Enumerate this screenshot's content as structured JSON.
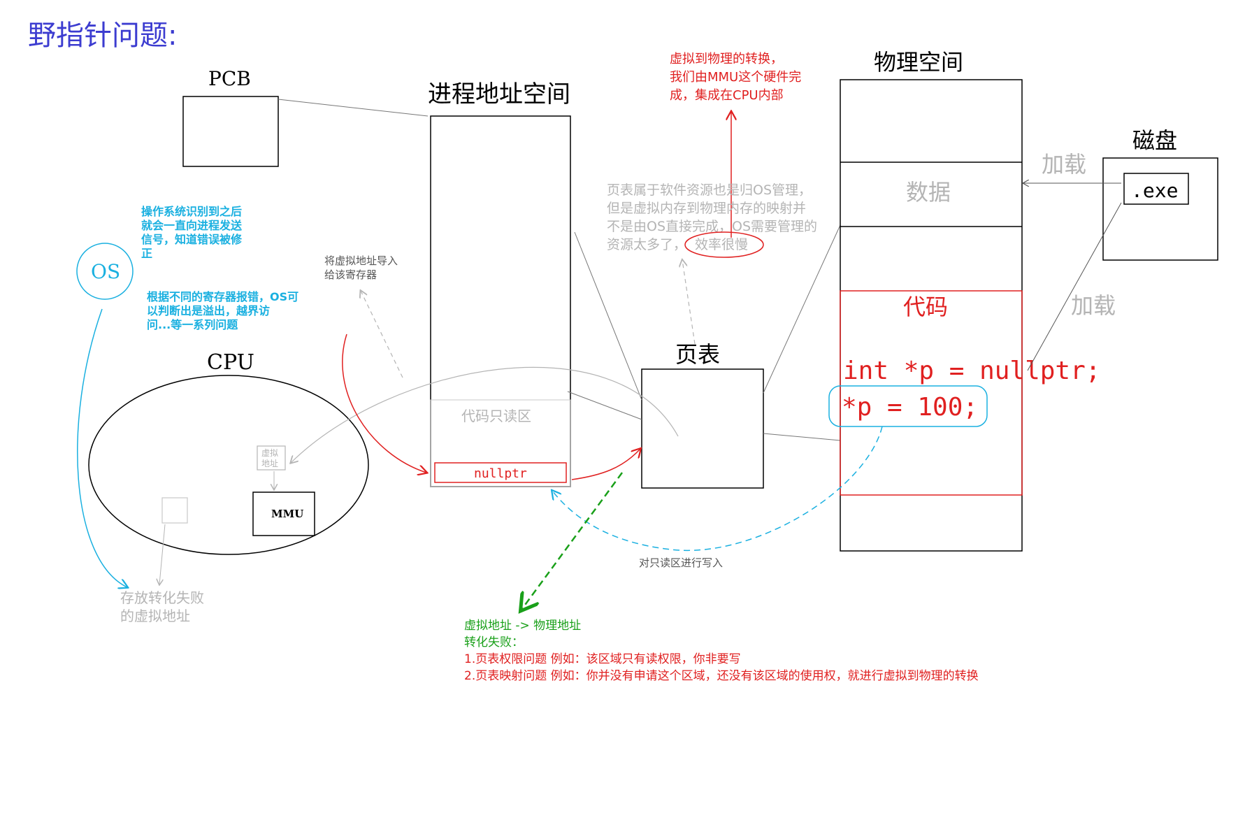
{
  "title": "野指针问题:",
  "labels": {
    "pcb": "PCB",
    "process_space": "进程地址空间",
    "physical_space": "物理空间",
    "disk": "磁盘",
    "exe": ".exe",
    "load1": "加载",
    "load2": "加载",
    "data": "数据",
    "code": "代码",
    "code_line1": "int *p = nullptr;",
    "code_line2": "*p = 100;",
    "page_table": "页表",
    "cpu": "CPU",
    "os": "OS",
    "mmu": "MMU",
    "vaddr_box": [
      "虚拟",
      "地址"
    ],
    "readonly_code": "代码只读区",
    "nullptr": "nullptr",
    "write_readonly": "对只读区进行写入",
    "store_failed": [
      "存放转化失败",
      "的虚拟地址"
    ],
    "import_vaddr": [
      "将虚拟地址导入",
      "给该寄存器"
    ]
  },
  "notes": {
    "mmu_note": [
      "虚拟到物理的转换，",
      "我们由MMU这个硬件完",
      "成，集成在CPU内部"
    ],
    "pagetable_note": [
      "页表属于软件资源也是归OS管理，",
      "但是虚拟内存到物理内存的映射并",
      "不是由OS直接完成，OS需要管理的",
      "资源太多了，"
    ],
    "pagetable_note_tail": "效率很慢",
    "os_note1": [
      "操作系统识别到之后",
      "就会一直向进程发送",
      "信号，知道错误被修",
      "正"
    ],
    "os_note2": [
      "根据不同的寄存器报错，OS可",
      "以判断出是溢出，越界访",
      "问...等一系列问题"
    ],
    "conversion_title": "虚拟地址 -> 物理地址",
    "conversion_fail": "转化失败：",
    "reason1": "1.页表权限问题  例如：该区域只有读权限，你非要写",
    "reason2": "2.页表映射问题  例如：你并没有申请这个区域，还没有该区域的使用权，就进行虚拟到物理的转换"
  },
  "colors": {
    "title": "#3c3cd0",
    "red": "#e02020",
    "blue": "#1ab0e0",
    "green": "#1aa01a",
    "gray": "#b4b4b4",
    "black": "#000000"
  }
}
